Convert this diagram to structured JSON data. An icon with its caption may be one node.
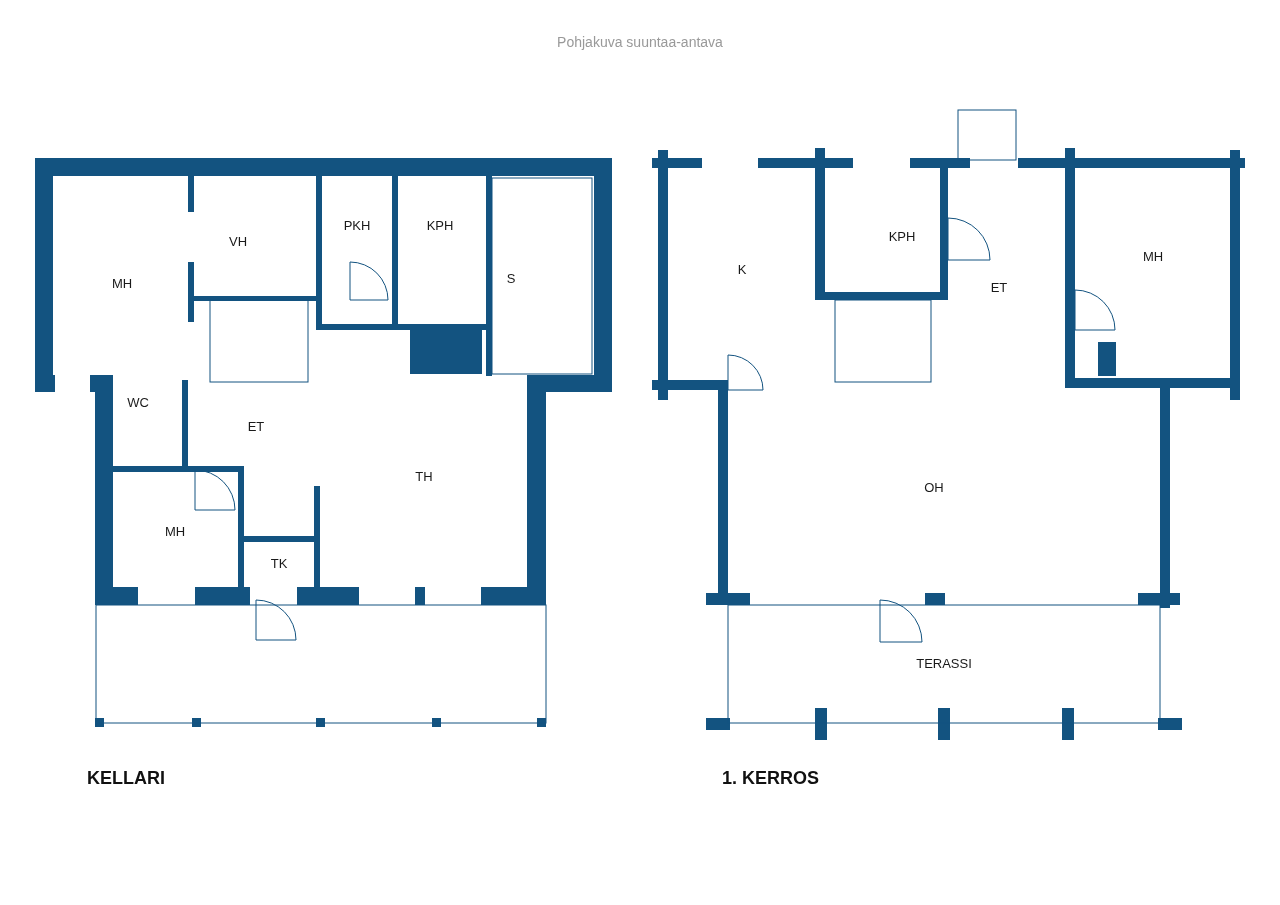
{
  "diagram": {
    "title": "Pohjakuva suuntaa-antava",
    "labels": [
      "VH",
      "PKH",
      "KPH",
      "MH",
      "S",
      "WC",
      "ET",
      "TH",
      "MH",
      "TK",
      "KPH",
      "K",
      "MH",
      "ET",
      "OH",
      "TERASSI",
      "KELLARI",
      "1. KERROS"
    ]
  }
}
